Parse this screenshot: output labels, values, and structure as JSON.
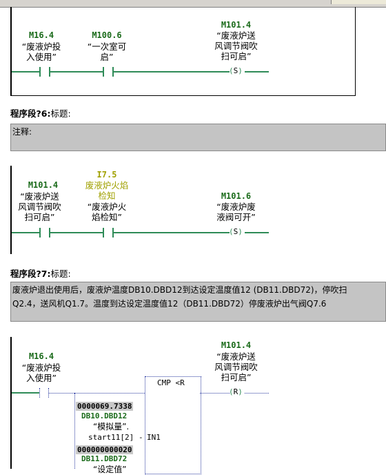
{
  "network5": {
    "contacts": [
      {
        "addr": "M16.4",
        "label": [
          "“废液炉投",
          "入使用”"
        ]
      },
      {
        "addr": "M100.6",
        "label": [
          "“一次室可",
          "启”"
        ]
      }
    ],
    "coil": {
      "addr": "M101.4",
      "label": [
        "“废液炉送",
        "风调节阀吹",
        "扫可启”"
      ],
      "type": "S"
    }
  },
  "network6": {
    "title": "程序段?6",
    "title_caption": "标题:",
    "comment": "注释:",
    "contacts": [
      {
        "addr": "M101.4",
        "label": [
          "“废液炉送",
          "风调节阀吹",
          "扫可启”"
        ]
      },
      {
        "addr": "I7.5",
        "symbol": [
          "废液炉火焰",
          "检知"
        ],
        "label": [
          "“废液炉火",
          "焰检知”"
        ]
      }
    ],
    "coil": {
      "addr": "M101.6",
      "label": [
        "“废液炉废",
        "液阀可开”"
      ],
      "type": "S"
    }
  },
  "network7": {
    "title": "程序段?7",
    "title_caption": "标题:",
    "comment_line1": "废液炉退出使用后，废液炉温度DB10.DBD12到达设定温度值12  (DB11.DBD72)，停吹扫",
    "comment_line2": "Q2.4，送风机Q1.7。温度到达设定温度值12（DB11.DBD72）停废液炉出气阀Q7.6",
    "contact": {
      "addr": "M16.4",
      "label": [
        "“废液炉投",
        "入使用”"
      ]
    },
    "compare_box": {
      "label": "CMP <R",
      "pin_in1": "IN1"
    },
    "in1": {
      "value": "0000069.7338",
      "addr": "DB10.DBD12",
      "label": "“模拟量”.",
      "member": "start11[2]"
    },
    "in2": {
      "value": "000000000020",
      "addr": "DB11.DBD72",
      "label": "“设定值”"
    },
    "coil": {
      "addr": "M101.4",
      "label": [
        "“废液炉送",
        "风调节阀吹",
        "扫可启”"
      ],
      "type": "R"
    }
  },
  "colors": {
    "contact_green": "#2e8b57",
    "wire_blue": "#2a5bd7",
    "comment_gray": "#c4c4c4",
    "address_green": "#1b6b1b",
    "symbol_olive": "#a0a000"
  }
}
